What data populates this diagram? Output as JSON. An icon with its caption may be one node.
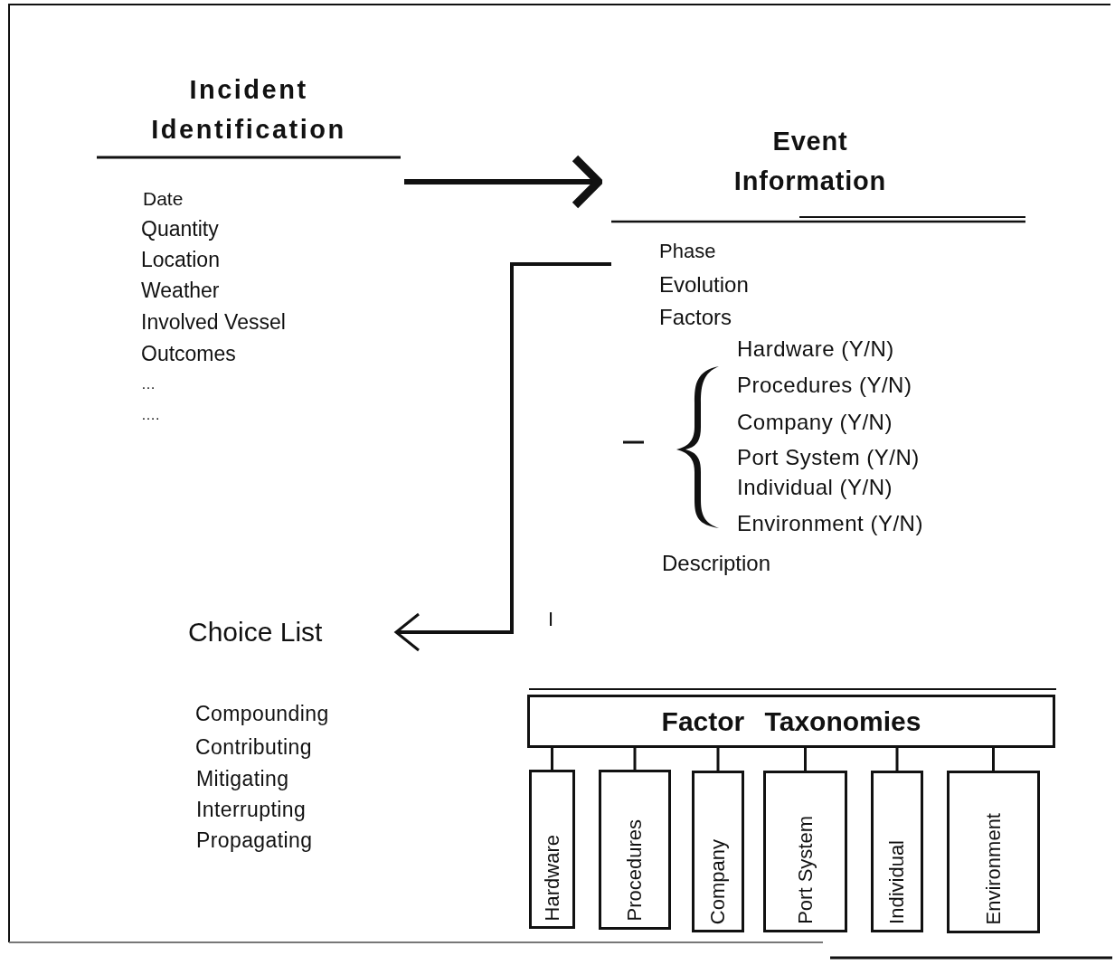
{
  "diagram": {
    "nodes": [
      {
        "text": [
          "Incident Identification",
          "Date",
          "Quantity",
          "Location",
          "Weather",
          "Involved Vessel",
          "Outcomes",
          "…",
          "…."
        ]
      },
      {
        "text": [
          "Event Information",
          "Phase",
          "Evolution",
          "Factors",
          "Hardware (Y/N)",
          "Procedures (Y/N)",
          "Company (Y/N)",
          "Port System (Y/N)",
          "Individual (Y/N)",
          "Environment (Y/N)",
          "Description"
        ]
      },
      {
        "text": [
          "Choice List",
          "Compounding",
          "Contributing",
          "Mitigating",
          "Interrupting",
          "Propagating"
        ]
      },
      {
        "text": [
          "Factor Taxonomies"
        ]
      },
      {
        "text": [
          "Hardware"
        ]
      },
      {
        "text": [
          "Procedures"
        ]
      },
      {
        "text": [
          "Company"
        ]
      },
      {
        "text": [
          "Port System"
        ]
      },
      {
        "text": [
          "Individual"
        ]
      },
      {
        "text": [
          "Environment"
        ]
      }
    ],
    "edges": [
      {
        "from": 0,
        "to": 1,
        "arrow": "to",
        "style": "thick"
      },
      {
        "from": 1,
        "to": 2,
        "arrow": "to"
      },
      {
        "from": 3,
        "to": 4,
        "arrow": "none"
      },
      {
        "from": 3,
        "to": 5,
        "arrow": "none"
      },
      {
        "from": 3,
        "to": 6,
        "arrow": "none"
      },
      {
        "from": 3,
        "to": 7,
        "arrow": "none"
      },
      {
        "from": 3,
        "to": 8,
        "arrow": "none"
      },
      {
        "from": 3,
        "to": 9,
        "arrow": "none"
      }
    ],
    "labels": [
      "I"
    ]
  }
}
